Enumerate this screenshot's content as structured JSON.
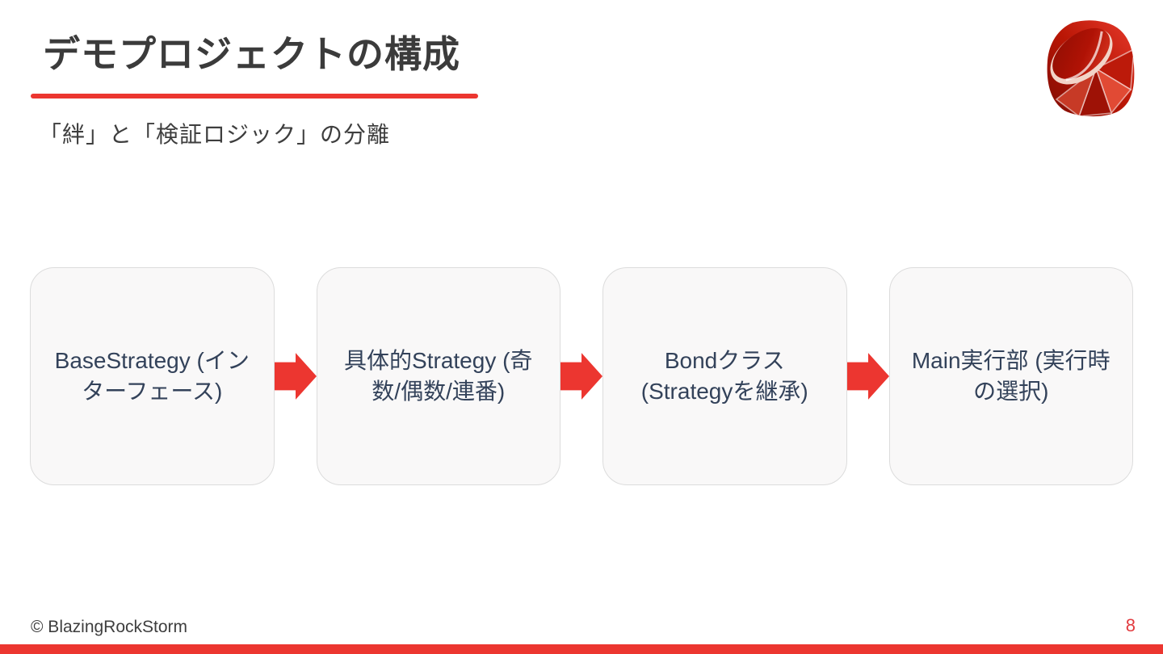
{
  "slide": {
    "title": "デモプロジェクトの構成",
    "subtitle": "「絆」と「検証ロジック」の分離",
    "accent_color": "#ec3630",
    "logo": "ruby-gem-logo",
    "flow_boxes": [
      "BaseStrategy (イン\nターフェース)",
      "具体的Strategy (奇\n数/偶数/連番)",
      "Bondクラス\n(Strategyを継承)",
      "Main実行部 (実行時\nの選択)"
    ],
    "footer": {
      "copyright": "© BlazingRockStorm",
      "page_number": "8"
    }
  }
}
